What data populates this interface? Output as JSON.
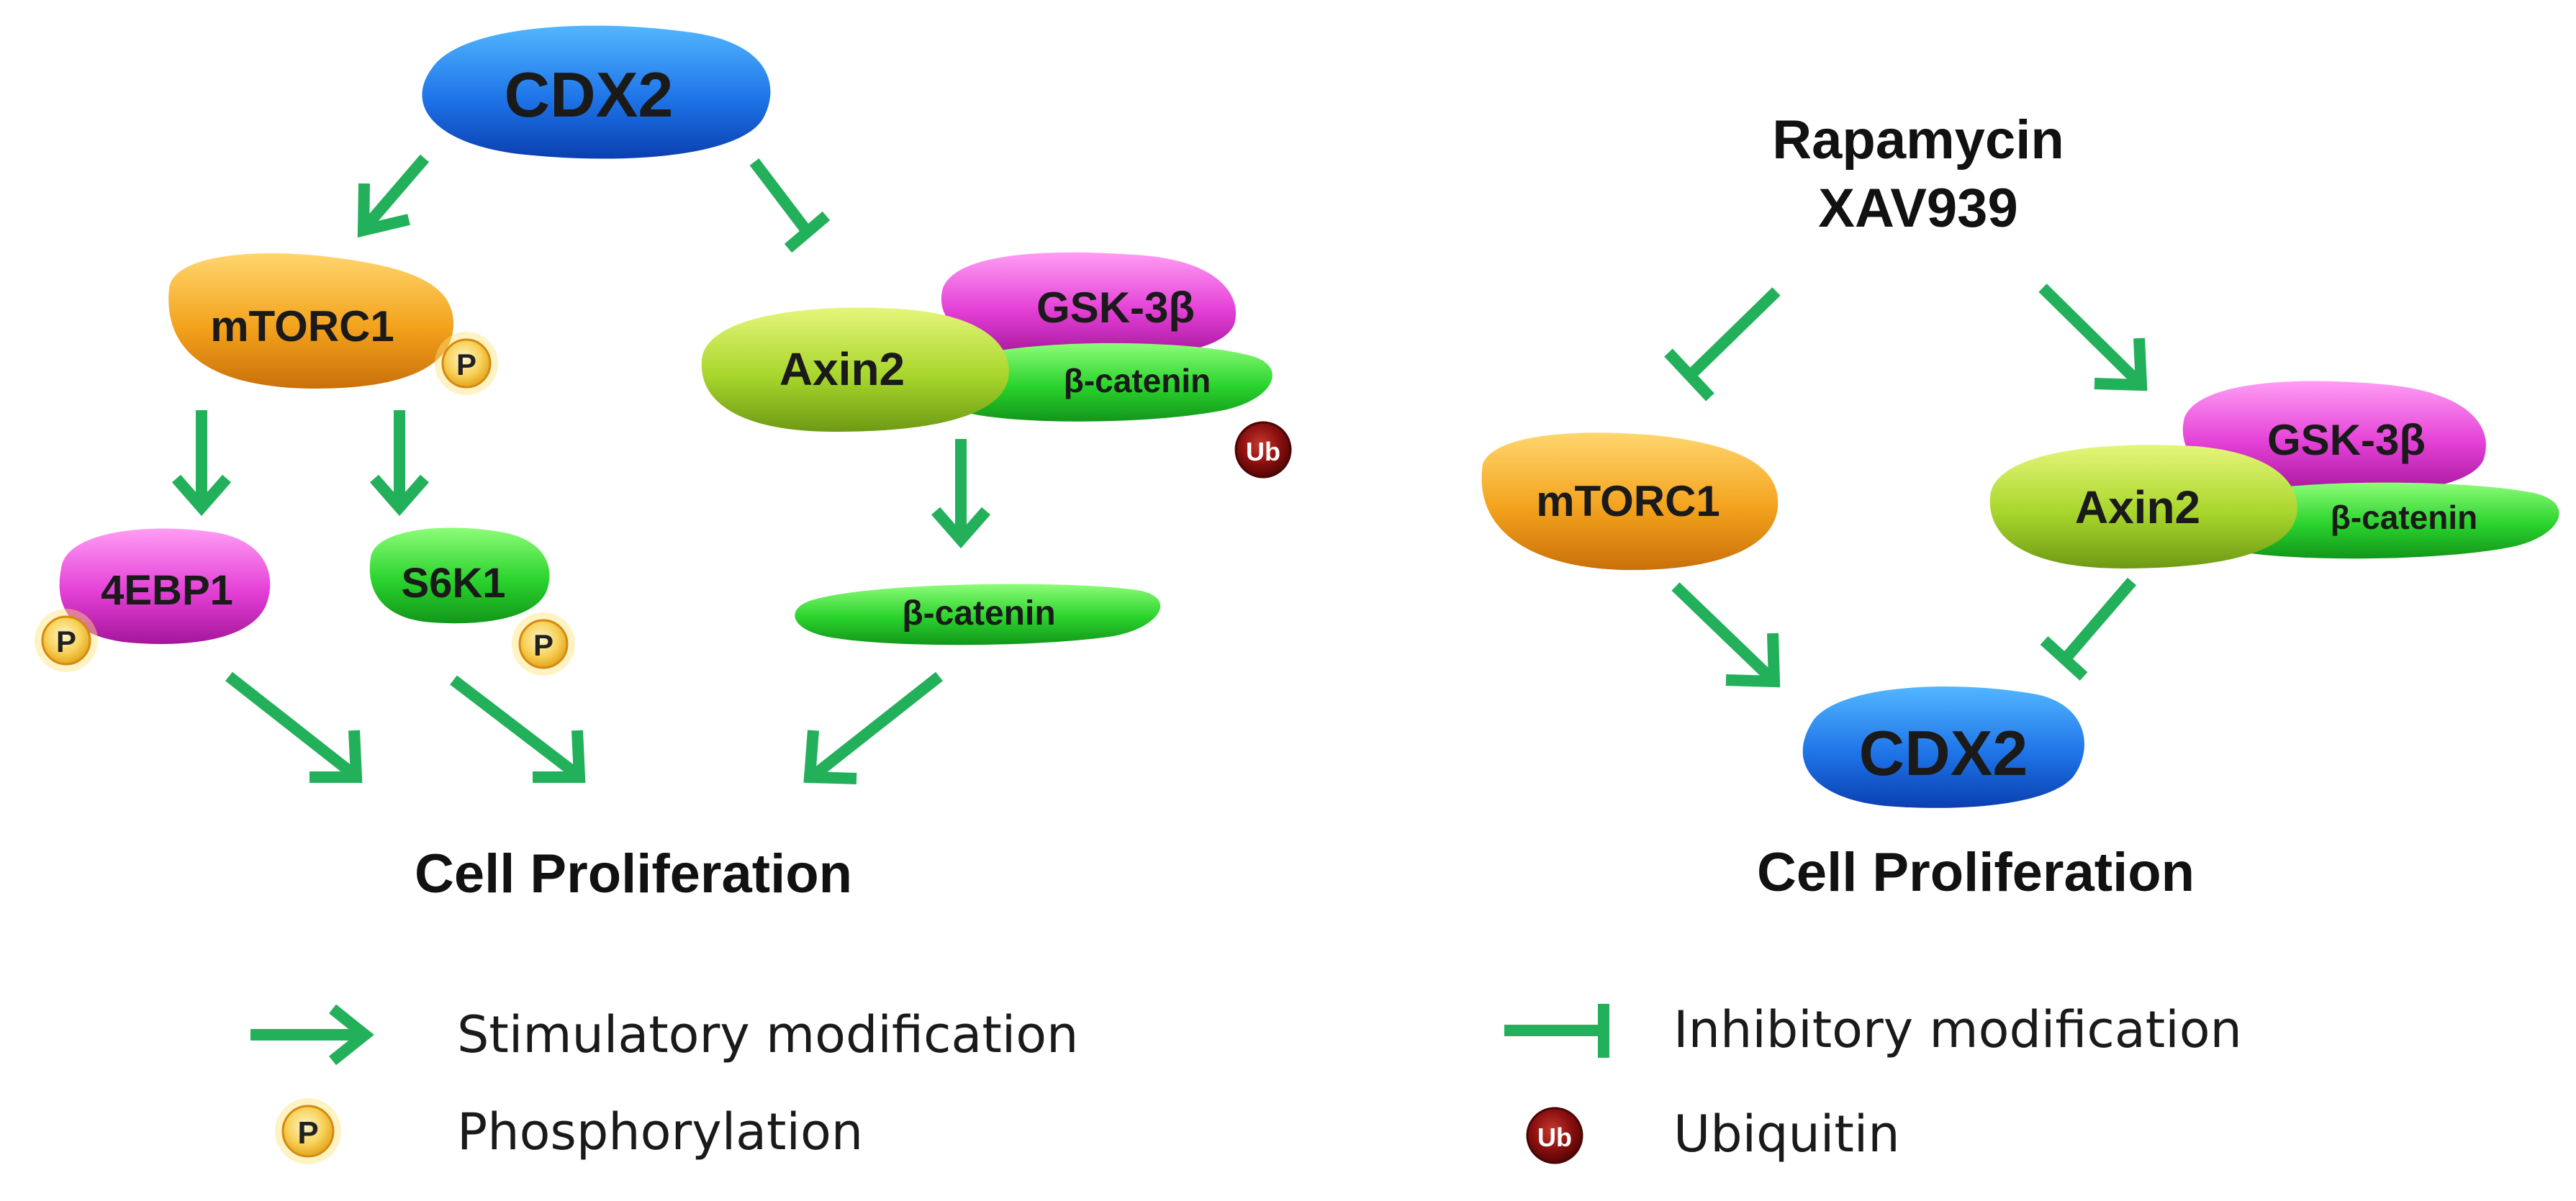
{
  "colors": {
    "arrow": "#23b05a",
    "cdx2": "#1e74e8",
    "mtorc1": "#f3a21c",
    "gsk3b": "#e43fd6",
    "axin2": "#a8d62c",
    "bcatenin": "#2ad32d",
    "eb4p1": "#e43fd6",
    "s6k1": "#2ad32d",
    "phospho": "#f7c84a",
    "ubiquitin": "#8a0f0f"
  },
  "left_panel": {
    "cdx2": "CDX2",
    "mtorc1": "mTORC1",
    "gsk3b": "GSK-3β",
    "axin2": "Axin2",
    "bcatenin_complex": "β-catenin",
    "ub_badge": "Ub",
    "eb4p1": "4EBP1",
    "s6k1": "S6K1",
    "bcatenin_free": "β-catenin",
    "p_badge": "P",
    "outcome": "Cell Proliferation"
  },
  "right_panel": {
    "drugs_line1": "Rapamycin",
    "drugs_line2": "XAV939",
    "mtorc1": "mTORC1",
    "gsk3b": "GSK-3β",
    "axin2": "Axin2",
    "bcatenin": "β-catenin",
    "cdx2": "CDX2",
    "outcome": "Cell Proliferation"
  },
  "legend": {
    "stimulatory": "Stimulatory modification",
    "phosphorylation": "Phosphorylation",
    "phospho_symbol": "P",
    "inhibitory": "Inhibitory modification",
    "ubiquitin": "Ubiquitin",
    "ub_symbol": "Ub"
  }
}
